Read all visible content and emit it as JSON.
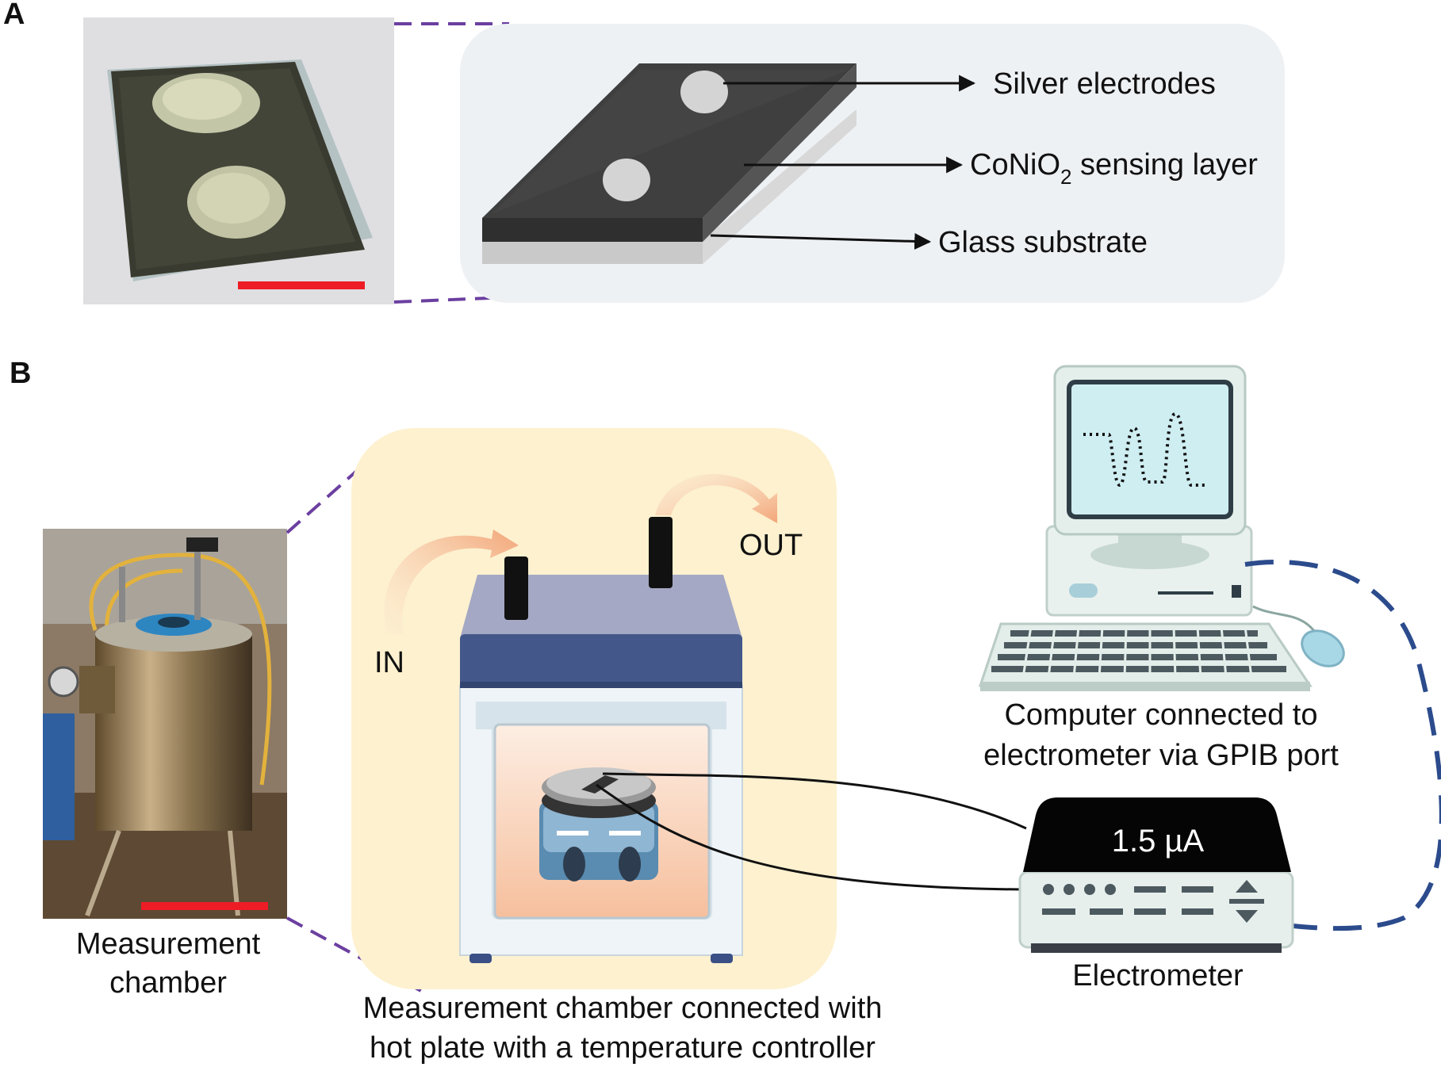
{
  "panels": {
    "a": {
      "letter": "A",
      "labels": {
        "electrodes": "Silver electrodes",
        "sensing_prefix": "CoNiO",
        "sensing_sub": "2",
        "sensing_suffix": " sensing layer",
        "substrate": "Glass substrate"
      }
    },
    "b": {
      "letter": "B",
      "photo_caption": [
        "Measurement",
        "chamber"
      ],
      "flow": {
        "in": "IN",
        "out": "OUT"
      },
      "chamber_caption": [
        "Measurement chamber connected with",
        "hot plate with a temperature controller"
      ],
      "computer_caption": [
        "Computer connected to",
        "electrometer via GPIB port"
      ],
      "electrometer_reading": "1.5 µA",
      "electrometer_caption": "Electrometer"
    }
  },
  "colors": {
    "scale_bar": "#ee1c25",
    "zoom_dashes": "#6b3fa0",
    "gpib_cable": "#2b4b8c",
    "panel_a_bg": "#eef1f4",
    "panel_b_bg": "#fdf1cf"
  },
  "icons": [
    "sample-photo",
    "measurement-chamber-photo",
    "oven-chamber",
    "hot-plate",
    "desktop-computer",
    "keyboard",
    "mouse",
    "electrometer"
  ]
}
